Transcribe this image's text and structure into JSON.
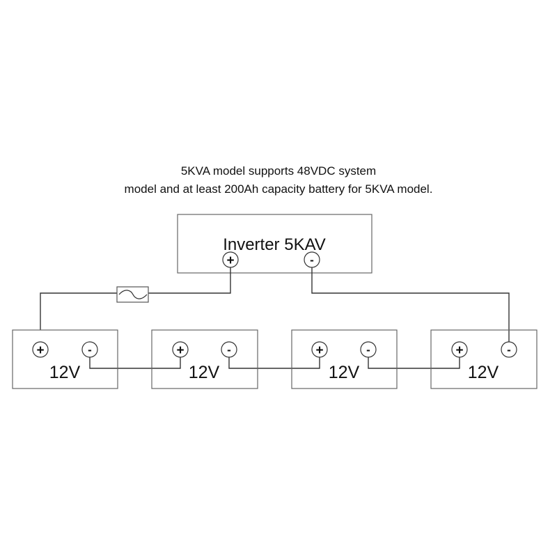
{
  "caption": {
    "line1": "5KVA model supports 48VDC system",
    "line2": "model and at least 200Ah capacity battery for 5KVA model."
  },
  "inverter": {
    "label": "Inverter 5KAV",
    "positive": "+",
    "negative": "-"
  },
  "batteries": [
    {
      "label": "12V",
      "positive": "+",
      "negative": "-"
    },
    {
      "label": "12V",
      "positive": "+",
      "negative": "-"
    },
    {
      "label": "12V",
      "positive": "+",
      "negative": "-"
    },
    {
      "label": "12V",
      "positive": "+",
      "negative": "-"
    }
  ],
  "colors": {
    "line": "#333333",
    "box": "#666666"
  }
}
